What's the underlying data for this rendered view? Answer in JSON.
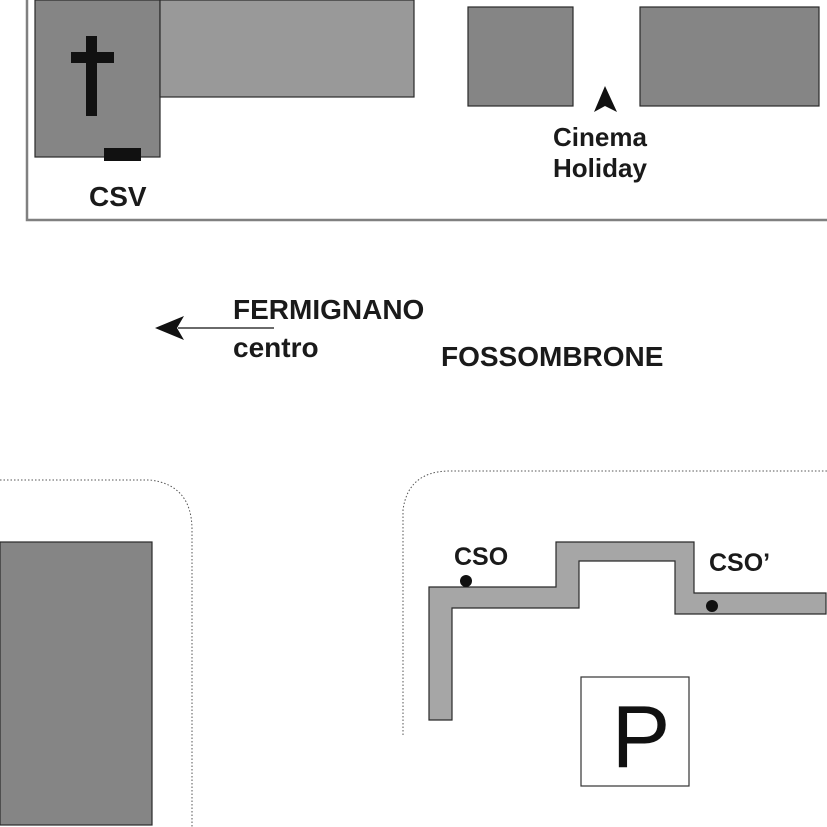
{
  "colors": {
    "building_dark": "#858585",
    "building_light": "#999999",
    "path_fill": "#a6a6a6",
    "ink": "#111111",
    "street_edge": "#808080",
    "background": "#ffffff"
  },
  "labels": {
    "csv": "CSV",
    "cinema_line1": "Cinema",
    "cinema_line2": "Holiday",
    "fermignano_line1": "FERMIGNANO",
    "fermignano_line2": "centro",
    "fossombrone": "FOSSOMBRONE",
    "cso": "CSO",
    "cso_prime": "CSO’",
    "parking": "P"
  },
  "icons": {
    "church": "cross-icon",
    "cinema_marker": "triangle-pointer-icon",
    "direction": "arrow-left-icon",
    "parking": "parking-sign-icon"
  }
}
